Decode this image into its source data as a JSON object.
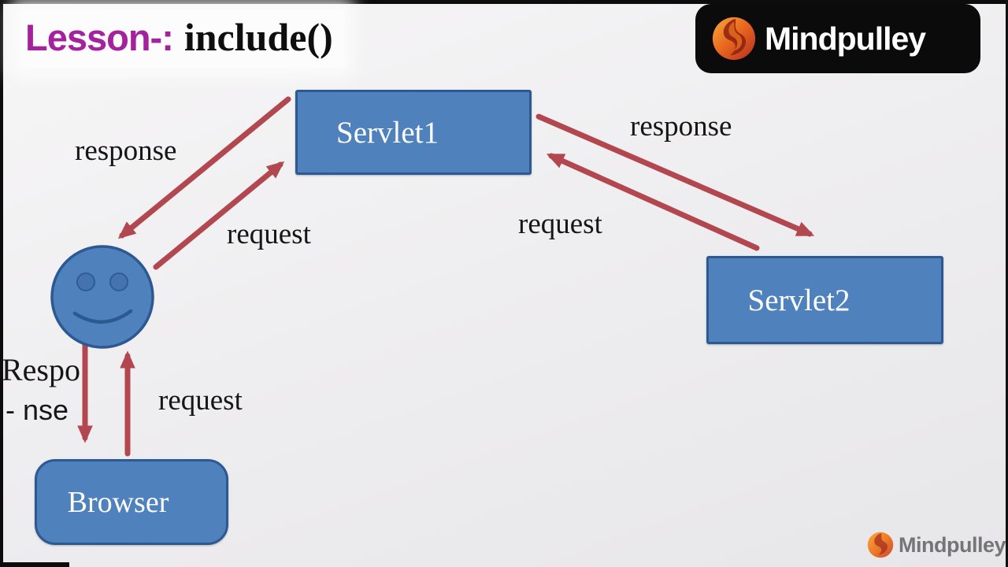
{
  "header": {
    "lesson_label": "Lesson-:",
    "lesson_topic": "include()",
    "brand": "Mindpulley"
  },
  "diagram": {
    "nodes": [
      {
        "id": "servlet1",
        "label": "Servlet1"
      },
      {
        "id": "servlet2",
        "label": "Servlet2"
      },
      {
        "id": "browser",
        "label": "Browser"
      },
      {
        "id": "user-smiley",
        "label": ""
      }
    ],
    "edges": [
      {
        "id": "servlet1-to-user",
        "label": "response"
      },
      {
        "id": "user-to-servlet1",
        "label": "request"
      },
      {
        "id": "servlet1-to-servlet2",
        "label": "response"
      },
      {
        "id": "servlet2-to-servlet1",
        "label": "request"
      },
      {
        "id": "user-to-browser",
        "label_line1": "Respo",
        "label_line2": "- nse"
      },
      {
        "id": "browser-to-user",
        "label": "request"
      }
    ]
  },
  "colors": {
    "node_fill": "#4f81bd",
    "node_border": "#2c5992",
    "arrow": "#b2474f",
    "lesson_accent": "#a5229e",
    "logo_background": "#0b0b0b",
    "watermark_text": "#757575"
  },
  "watermark": {
    "brand": "Mindpulley"
  }
}
